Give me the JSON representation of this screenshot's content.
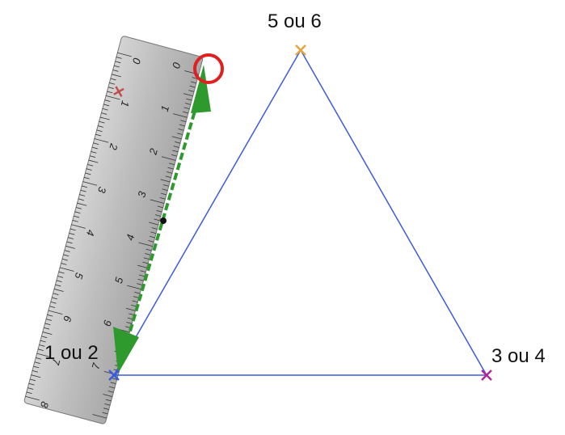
{
  "vertices": {
    "left": {
      "label": "1 ou 2",
      "color": "#3b5bdb"
    },
    "top": {
      "label": "5 ou 6",
      "color": "#e8a33d"
    },
    "right": {
      "label": "3 ou 4",
      "color": "#b0269b"
    }
  },
  "triangle": {
    "color": "#3b5bdb"
  },
  "ruler": {
    "numbers_upper": [
      "0",
      "1",
      "2",
      "3",
      "4",
      "5",
      "6",
      "7",
      "8"
    ],
    "numbers_lower": [
      "0",
      "1",
      "2",
      "3",
      "4",
      "5",
      "6",
      "7"
    ],
    "fill": "#bdbdbd",
    "extra_mark_color": "#c0504d"
  },
  "drawn_line": {
    "color": "#2e9a2e"
  },
  "rotate_handle": {
    "color": "#e02020"
  },
  "colors": {
    "accent_green": "#2e9a2e",
    "handle_red": "#e02020"
  }
}
